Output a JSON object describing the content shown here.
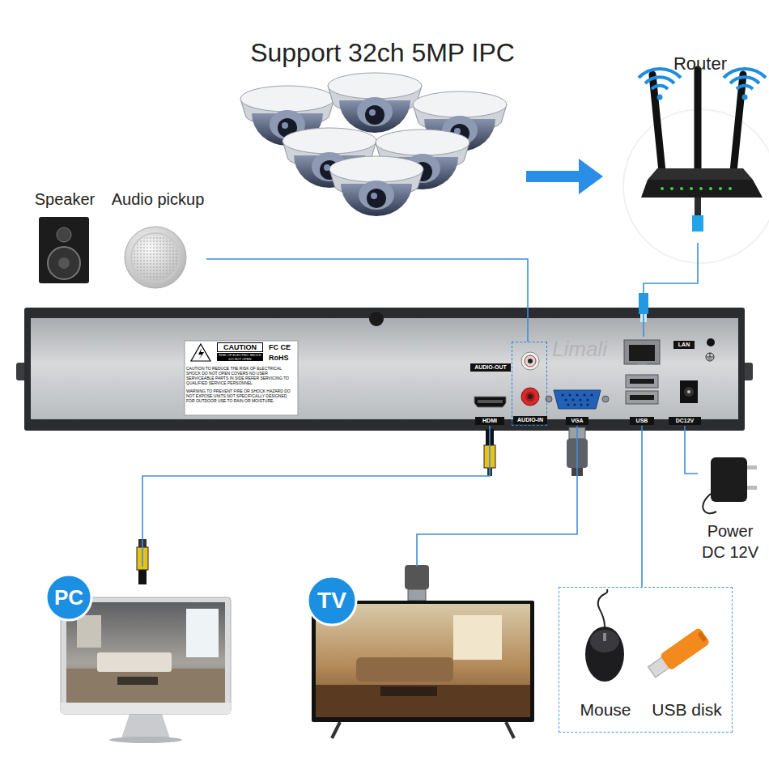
{
  "diagram": {
    "nodes": [
      {
        "text": [
          "Support 32ch 5MP IPC"
        ]
      },
      {
        "text": [
          "Router"
        ]
      },
      {
        "text": [
          "Speaker"
        ]
      },
      {
        "text": [
          "Audio pickup"
        ]
      },
      {
        "text": [
          "CAUTION",
          "RISK OF ELECTRIC SHOCK DO NOT OPEN",
          "FC CE",
          "RoHS",
          "CAUTION TO REDUCE THE RISK OF ELECTRICAL SHOCK DO NOT OPEN COVERS NO USER SERVICEABLE PARTS IN SIDE REFER SERVICING TO QUALIFIED SERVICE PERSONNEL",
          "WARNING TO PREVENT FIRE OR SHOCK HAZARD DO NOT EXPOSE UNITS NOT SPECIFICALLY DESIGNED FOR OUTDOOR USE TO RAIN OR MOISTURE."
        ]
      },
      {
        "text": [
          "AUDIO-OUT",
          "AUDIO-IN"
        ],
        "in": 4
      },
      {
        "text": [
          "HDMI"
        ],
        "in": 4
      },
      {
        "text": [
          "VGA"
        ],
        "in": 4
      },
      {
        "text": [
          "LAN"
        ],
        "in": 4
      },
      {
        "text": [
          "USB"
        ],
        "in": 4
      },
      {
        "text": [
          "DC12V"
        ],
        "in": 4
      },
      {
        "text": [
          "Power DC 12V"
        ]
      },
      {
        "text": [
          "PC"
        ]
      },
      {
        "text": [
          "TV"
        ]
      },
      {
        "text": [
          "Mouse",
          "USB disk"
        ]
      }
    ],
    "edges": [
      {
        "from": 0,
        "to": 1,
        "arrow": "to"
      },
      {
        "from": 1,
        "to": 8,
        "arrow": "none"
      },
      {
        "from": 3,
        "to": 5,
        "arrow": "none"
      },
      {
        "from": 6,
        "to": 12,
        "arrow": "none"
      },
      {
        "from": 7,
        "to": 13,
        "arrow": "none"
      },
      {
        "from": 9,
        "to": 14,
        "arrow": "none"
      },
      {
        "from": 10,
        "to": 11,
        "arrow": "none"
      }
    ],
    "labels": [
      "Limali"
    ]
  }
}
